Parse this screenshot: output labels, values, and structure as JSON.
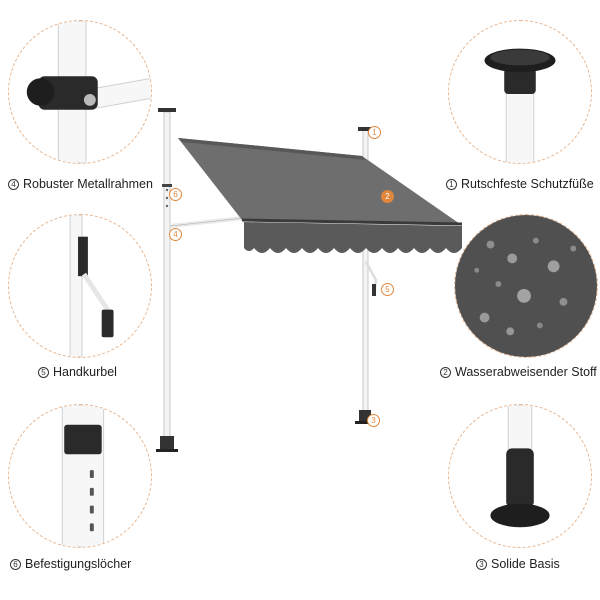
{
  "captions": {
    "c1": {
      "num": "1",
      "text": "Rutschfeste Schutzfüße"
    },
    "c2": {
      "num": "2",
      "text": "Wasserabweisender Stoff"
    },
    "c3": {
      "num": "3",
      "text": "Solide Basis"
    },
    "c4": {
      "num": "4",
      "text": "Robuster Metallrahmen"
    },
    "c5": {
      "num": "5",
      "text": "Handkurbel"
    },
    "c6": {
      "num": "6",
      "text": "Befestigungslöcher"
    }
  },
  "markers": {
    "m1": "1",
    "m2": "2",
    "m3": "3",
    "m4": "4",
    "m5": "5",
    "m6": "6"
  },
  "colors": {
    "accent": "#e0873c",
    "fabric": "#6b6b6b",
    "frame": "#ffffff",
    "dark": "#2a2a2a"
  }
}
